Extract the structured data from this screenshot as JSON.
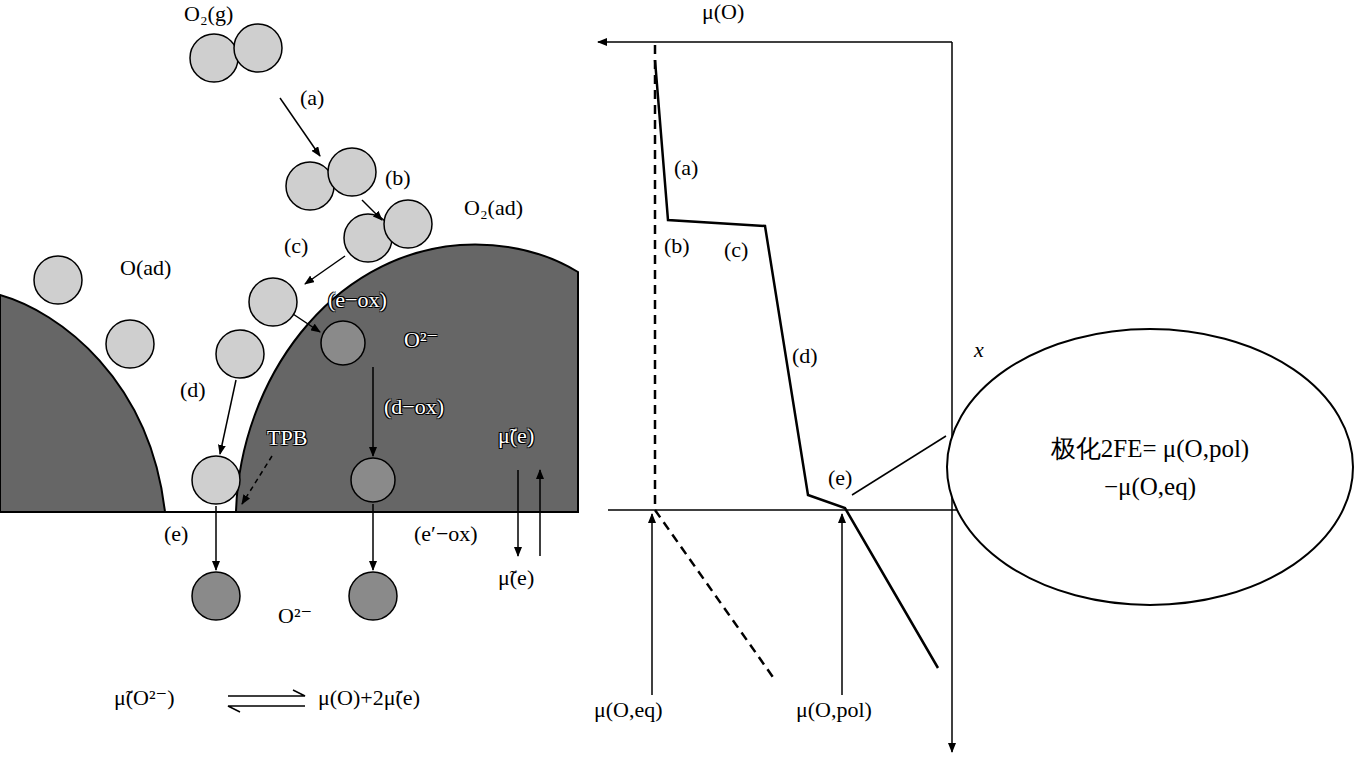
{
  "diagram": {
    "nodes": [
      {
        "text": [
          "极化2FE= μ(O,pol)−μ(O,eq)"
        ]
      }
    ],
    "labels": [
      "O₂(g)",
      "(a)",
      "(b)",
      "O₂(ad)",
      "(c)",
      "O(ad)",
      "(e−ox)",
      "O²⁻",
      "(d)",
      "(d−ox)",
      "TPB",
      "μ̃(e)",
      "(e)",
      "(e′−ox)",
      "μ̃(e)",
      "O²⁻",
      "μ̃(O²⁻)",
      "μ(O)+2μ̃(e)",
      "μ(O)",
      "(a)",
      "(b)",
      "(c)",
      "(d)",
      "(e)",
      "x",
      "μ(O,eq)",
      "μ(O,pol)"
    ]
  }
}
